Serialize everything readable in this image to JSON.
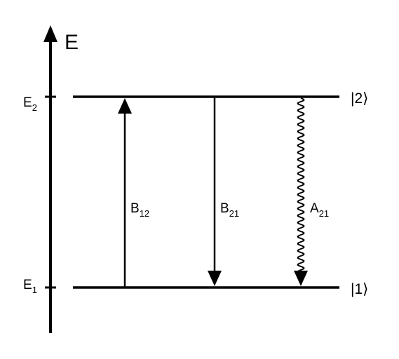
{
  "energy_axis": {
    "label": "E"
  },
  "levels": [
    {
      "id": "E1",
      "label": "E",
      "subscript": "1",
      "state_label": "|1⟩"
    },
    {
      "id": "E2",
      "label": "E",
      "subscript": "2",
      "state_label": "|2⟩"
    }
  ],
  "transitions": [
    {
      "id": "B12",
      "label": "B",
      "subscript": "12",
      "direction": "up",
      "style": "straight"
    },
    {
      "id": "B21",
      "label": "B",
      "subscript": "21",
      "direction": "down",
      "style": "straight"
    },
    {
      "id": "A21",
      "label": "A",
      "subscript": "21",
      "direction": "down",
      "style": "wavy"
    }
  ],
  "colors": {
    "stroke": "#000000",
    "background": "#ffffff"
  }
}
